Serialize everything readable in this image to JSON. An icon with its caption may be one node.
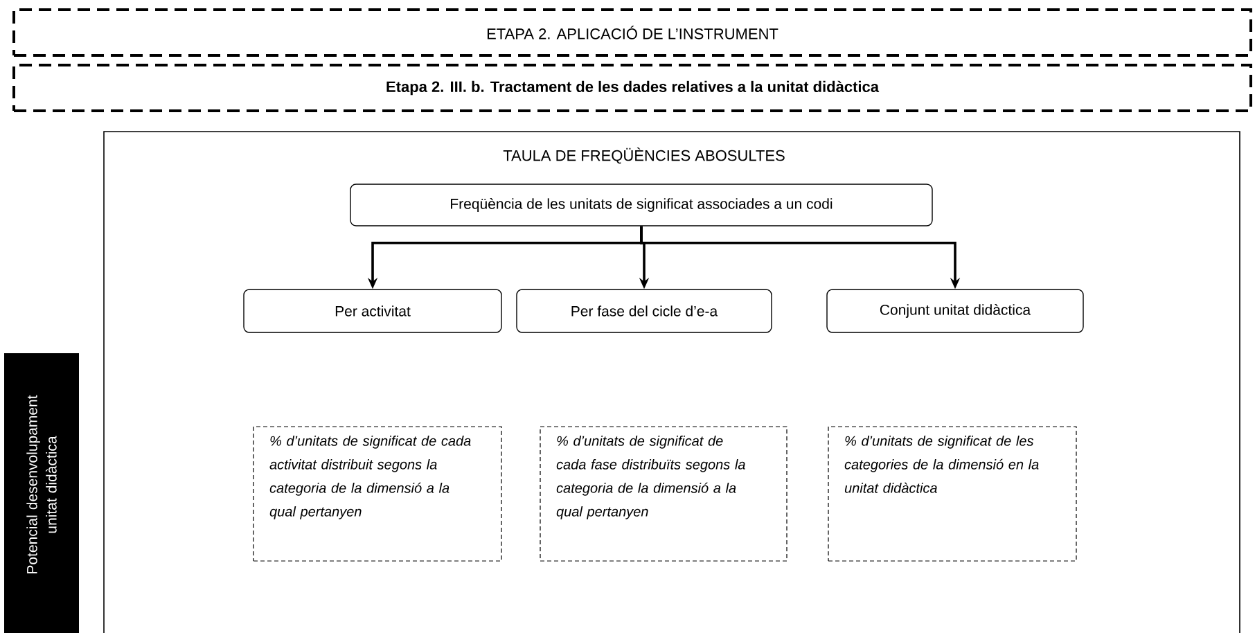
{
  "diagram": {
    "nodes": [
      {
        "text": [
          "ETAPA 2. APLICACIÓ DE L’INSTRUMENT"
        ]
      },
      {
        "text": [
          "Etapa 2. III. b. Tractament de les dades relatives a la unitat didàctica"
        ]
      },
      {
        "text": [
          "TAULA DE FREQÜÈNCIES ABOSULTES"
        ]
      },
      {
        "text": [
          "Freqüència de les unitats de significat associades a un codi"
        ],
        "in": 2
      },
      {
        "text": [
          "Per activitat"
        ],
        "in": 2
      },
      {
        "text": [
          "Per fase del cicle d’e-a"
        ],
        "in": 2
      },
      {
        "text": [
          "Conjunt unitat didàctica"
        ],
        "in": 2
      },
      {
        "text": [
          "% d’unitats de significat de cada activitat distribuit segons la categoria de la dimensió a la qual pertanyen"
        ],
        "in": 2
      },
      {
        "text": [
          "% d’unitats de significat de cada fase distribuïts segons la categoria de la dimensió a la qual pertanyen"
        ],
        "in": 2
      },
      {
        "text": [
          "% d’unitats de significat de les categories de la dimensió en la unitat didàctica"
        ],
        "in": 2
      },
      {
        "text": [
          "Potencial desenvolupament unitat didàctica"
        ]
      }
    ],
    "edges": [
      {
        "from": 3,
        "to": 4,
        "arrow": "to"
      },
      {
        "from": 3,
        "to": 5,
        "arrow": "to"
      },
      {
        "from": 3,
        "to": 6,
        "arrow": "to"
      }
    ]
  }
}
